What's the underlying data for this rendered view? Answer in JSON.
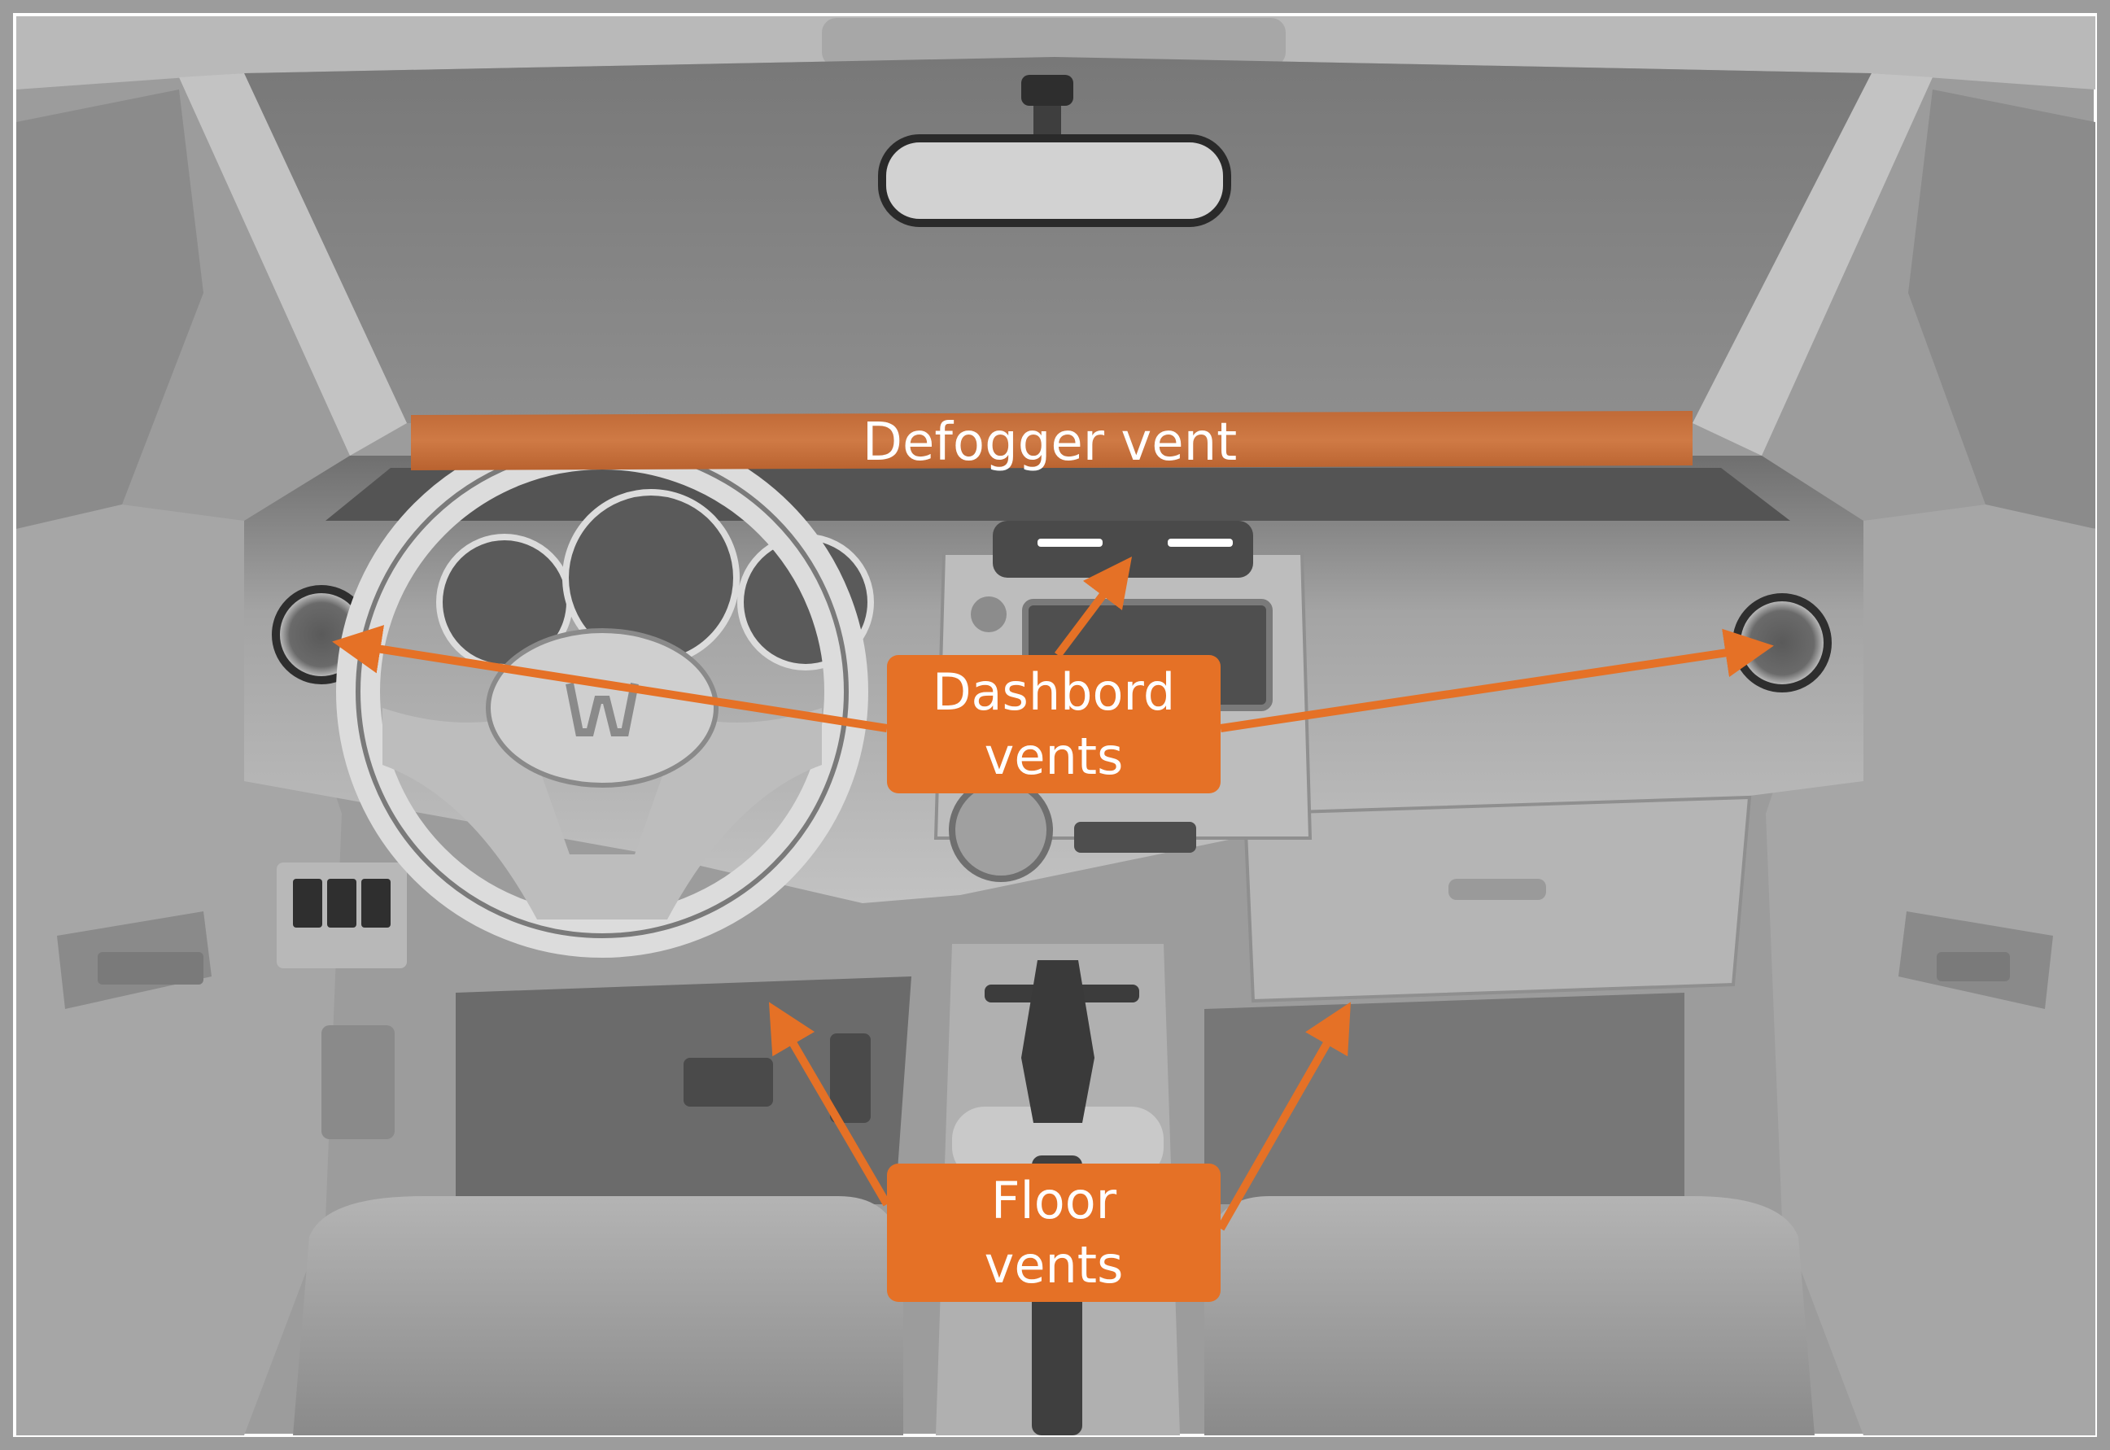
{
  "labels": {
    "defogger": "Defogger vent",
    "dashboard": "Dashbord\nvents",
    "floor": "Floor\nvents"
  },
  "colors": {
    "callout": "#e57126",
    "defogger_band": "#c76f3a",
    "interior": "#9a9a9a"
  }
}
